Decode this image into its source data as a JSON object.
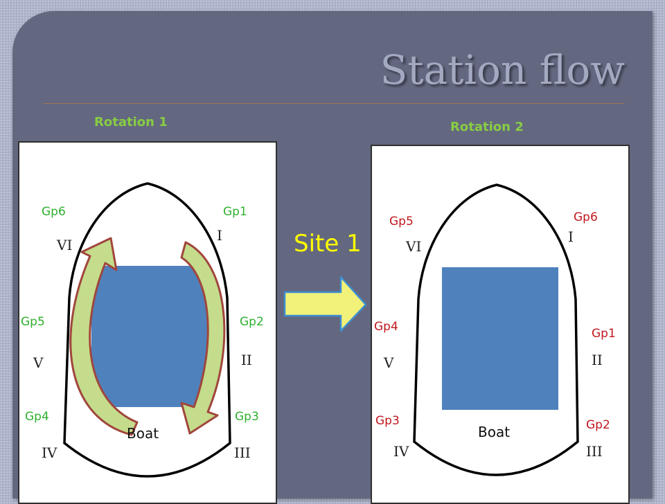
{
  "title": "Station flow",
  "rotation1": {
    "label": "Rotation 1",
    "groups": [
      "Gp1",
      "Gp2",
      "Gp3",
      "Gp4",
      "Gp5",
      "Gp6"
    ],
    "stations": [
      "I",
      "II",
      "III",
      "IV",
      "V",
      "VI"
    ],
    "boat_label": "Boat"
  },
  "rotation2": {
    "label": "Rotation 2",
    "groups": [
      "Gp6",
      "Gp1",
      "Gp2",
      "Gp3",
      "Gp4",
      "Gp5"
    ],
    "stations": [
      "I",
      "II",
      "III",
      "IV",
      "V",
      "VI"
    ],
    "boat_label": "Boat"
  },
  "site_label": "Site 1",
  "colors": {
    "background": "#636880",
    "title": "#a4a9c2",
    "rotation_label": "#88cc44",
    "rotation1_groups": "#2fb02f",
    "rotation2_groups": "#c0181e",
    "site_label": "#ffff00",
    "boat_body": "#4f81bd",
    "flow_arrow_fill": "#c4dc8c",
    "flow_arrow_stroke": "#a0463c",
    "transition_arrow_fill": "#f2f27a"
  },
  "icons": {
    "flow_arrow": "curved-rotation-arrow",
    "transition_arrow": "right-block-arrow"
  }
}
